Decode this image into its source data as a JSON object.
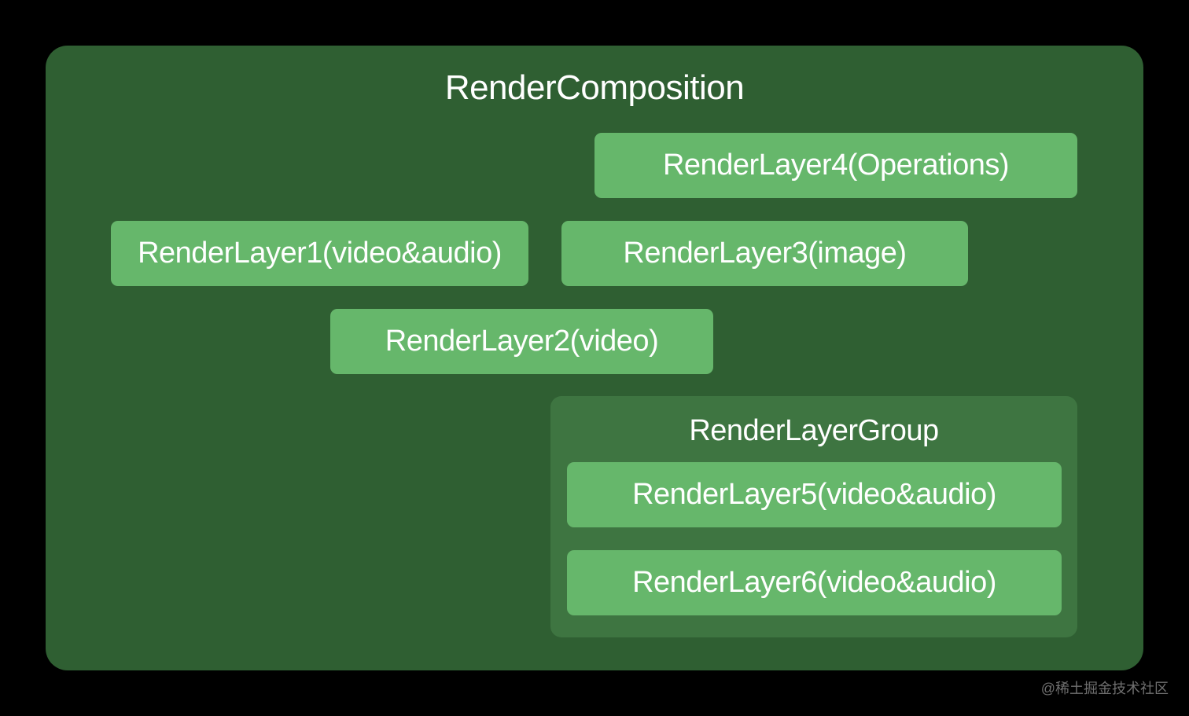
{
  "composition": {
    "title": "RenderComposition",
    "layers": [
      {
        "label": "RenderLayer4(Operations)"
      },
      {
        "label": "RenderLayer1(video&audio)"
      },
      {
        "label": "RenderLayer3(image)"
      },
      {
        "label": "RenderLayer2(video)"
      }
    ],
    "group": {
      "title": "RenderLayerGroup",
      "layers": [
        {
          "label": "RenderLayer5(video&audio)"
        },
        {
          "label": "RenderLayer6(video&audio)"
        }
      ]
    }
  },
  "watermark": "@稀土掘金技术社区",
  "colors": {
    "background": "#000000",
    "composition": "#2f5f32",
    "group": "#3e7541",
    "layer": "#66b76b",
    "text": "#ffffff"
  }
}
